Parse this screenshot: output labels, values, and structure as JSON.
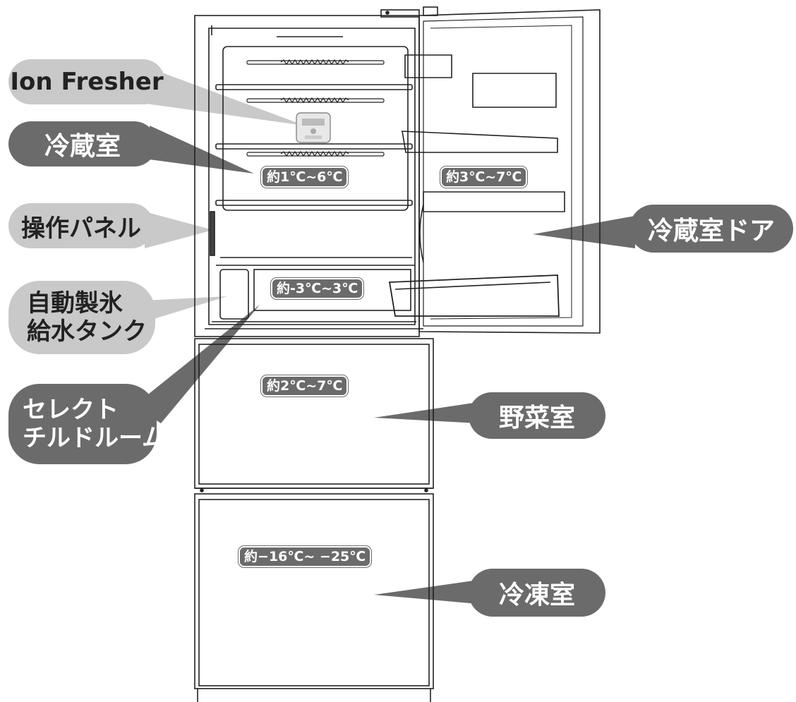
{
  "labels": {
    "ion_fresher": "Ion Fresher",
    "fridge_compartment": "冷蔵室",
    "control_panel": "操作パネル",
    "ice_maker_line1": "自動製氷",
    "ice_maker_line2": "給水タンク",
    "chilled_room_line1": "セレクト",
    "chilled_room_line2": "チルドルーム",
    "fridge_door": "冷蔵室ドア",
    "vegetable_compartment": "野菜室",
    "freezer": "冷凍室"
  },
  "temperatures": {
    "fridge": "約1℃~6℃",
    "door": "約3℃~7℃",
    "chilled": "約-3℃~3℃",
    "vegetable": "約2℃~7℃",
    "freezer": "約−16℃~ −25℃"
  },
  "colors": {
    "light_callout": "#c9c9c9",
    "dark_callout": "#6b6b6b",
    "line": "#222222"
  }
}
